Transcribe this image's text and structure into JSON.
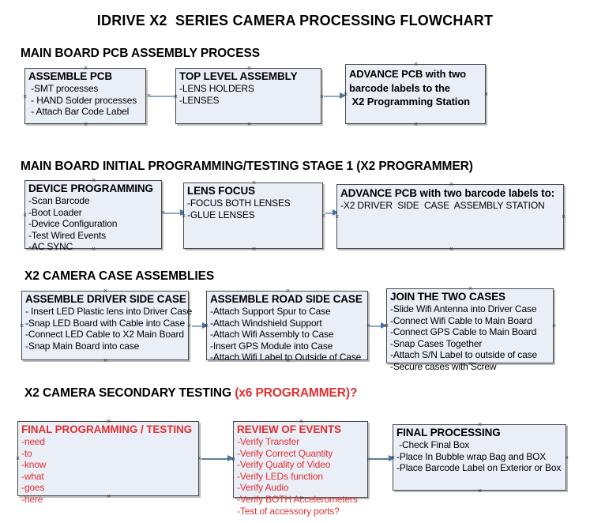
{
  "document": {
    "title": "IDRIVE X2  SERIES CAMERA PROCESSING FLOWCHART"
  },
  "sections": [
    {
      "id": "main-board-pcb-assembly",
      "heading": "MAIN BOARD PCB ASSEMBLY PROCESS",
      "heading_accent": ""
    },
    {
      "id": "main-board-initial-programming",
      "heading": "MAIN BOARD INITIAL PROGRAMMING/TESTING STAGE 1 (X2 PROGRAMMER)",
      "heading_accent": ""
    },
    {
      "id": "x2-camera-case-assemblies",
      "heading": "X2 CAMERA CASE ASSEMBLIES",
      "heading_accent": ""
    },
    {
      "id": "x2-camera-secondary-testing",
      "heading": "X2 CAMERA SECONDARY TESTING ",
      "heading_accent": "(x6 PROGRAMMER)?"
    }
  ],
  "boxes": {
    "assemble_pcb": {
      "title": "ASSEMBLE PCB",
      "lines": [
        " -SMT processes",
        " - HAND Solder processes",
        " - Attach Bar Code Label"
      ]
    },
    "top_level_assembly": {
      "title": "TOP LEVEL ASSEMBLY",
      "lines": [
        "-LENS HOLDERS",
        "-LENSES"
      ]
    },
    "advance_pcb_station": {
      "title_lines": [
        "ADVANCE PCB with two",
        "barcode labels to the",
        " X2 Programming Station"
      ],
      "lines": []
    },
    "device_programming": {
      "title": "DEVICE PROGRAMMING",
      "lines": [
        "-Scan Barcode",
        "-Boot Loader",
        "-Device Configuration",
        "-Test Wired Events",
        "-AC SYNC"
      ]
    },
    "lens_focus": {
      "title": "LENS FOCUS",
      "lines": [
        "-FOCUS BOTH LENSES",
        "-GLUE LENSES"
      ]
    },
    "advance_pcb_driver_side": {
      "title": "ADVANCE PCB with two barcode labels to:",
      "lines": [
        "-X2 DRIVER  SIDE  CASE  ASSEMBLY STATION"
      ]
    },
    "assemble_driver_side_case": {
      "title": "ASSEMBLE DRIVER SIDE CASE",
      "lines": [
        "- Insert LED Plastic lens into Driver Case",
        "-Snap LED Board with Cable into Case",
        "-Connect LED Cable to X2 Main Board",
        "-Snap Main Board into case"
      ]
    },
    "assemble_road_side_case": {
      "title": "ASSEMBLE ROAD SIDE CASE",
      "lines": [
        "-Attach Support Spur to Case",
        "-Attach Windshield Support",
        "-Attach Wifi Assembly to Case",
        "-Insert GPS Module into Case",
        "-Attach Wifi Label to Outside of Case"
      ]
    },
    "join_the_two_cases": {
      "title": "JOIN THE TWO CASES",
      "lines": [
        "-Slide Wifi Antenna into Driver Case",
        "-Connect Wifi Cable to Main Board",
        "-Connect GPS Cable to Main Board",
        "-Snap Cases Together",
        "-Attach S/N Label to outside of case",
        "-Secure cases with Screw"
      ]
    },
    "final_programming_testing": {
      "title": "FINAL PROGRAMMING / TESTING",
      "lines": [
        "-need",
        "-to",
        "-know",
        "-what",
        "-goes",
        "-here"
      ]
    },
    "review_of_events": {
      "title": "REVIEW OF EVENTS",
      "lines": [
        "-Verify Transfer",
        "-Verify Correct Quantity",
        "-Verify Quality of Video",
        "-Verify LEDs function",
        "-Verify Audio",
        "-Verify BOTH Accelerometers",
        "-Test of accessory ports?"
      ]
    },
    "final_processing": {
      "title": "FINAL PROCESSING",
      "lines": [
        " -Check Final Box",
        "-Place In Bubble wrap Bag and BOX",
        "-Place Barcode Label on Exterior or Box"
      ]
    }
  },
  "colors": {
    "box_fill": "#e9eef7",
    "box_border": "#4a4a4a",
    "connector": "#8fa9c4",
    "arrow": "#4472a8",
    "accent_red": "#e03030",
    "text": "#000000"
  }
}
